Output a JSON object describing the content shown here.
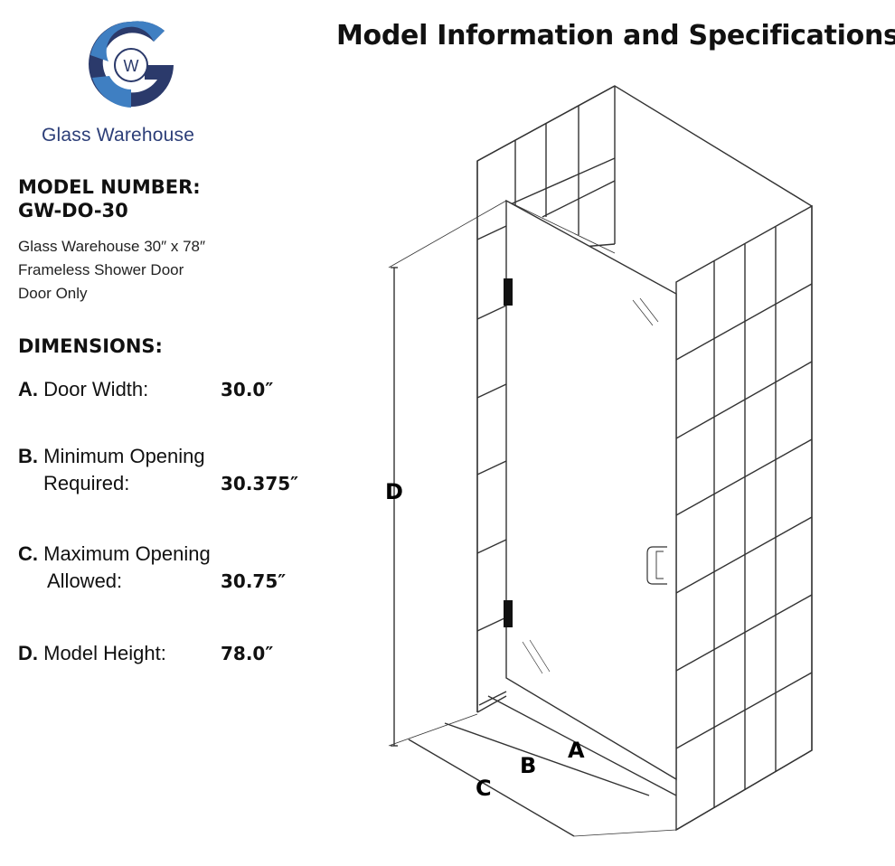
{
  "logo": {
    "letter": "W",
    "text": "Glass Warehouse"
  },
  "title": "Model Information and Specifications",
  "model": {
    "label": "MODEL NUMBER:",
    "number": "GW-DO-30",
    "description": [
      "Glass Warehouse 30″ x 78″",
      "Frameless Shower Door",
      "Door Only"
    ]
  },
  "dimensions": {
    "heading": "DIMENSIONS:",
    "items": [
      {
        "letter": "A.",
        "label": "Door Width:",
        "label2": "",
        "value": "30.0″"
      },
      {
        "letter": "B.",
        "label": "Minimum Opening",
        "label2": "Required:",
        "value": "30.375″"
      },
      {
        "letter": "C.",
        "label": "Maximum Opening",
        "label2": "Allowed:",
        "value": "30.75″"
      },
      {
        "letter": "D.",
        "label": "Model Height:",
        "label2": "",
        "value": "78.0″"
      }
    ]
  },
  "diagram_labels": {
    "a": "A",
    "b": "B",
    "c": "C",
    "d": "D"
  },
  "colors": {
    "logo_dark": "#2b3a6b",
    "logo_light": "#3f7fc2",
    "logo_text": "#2c3e78"
  }
}
